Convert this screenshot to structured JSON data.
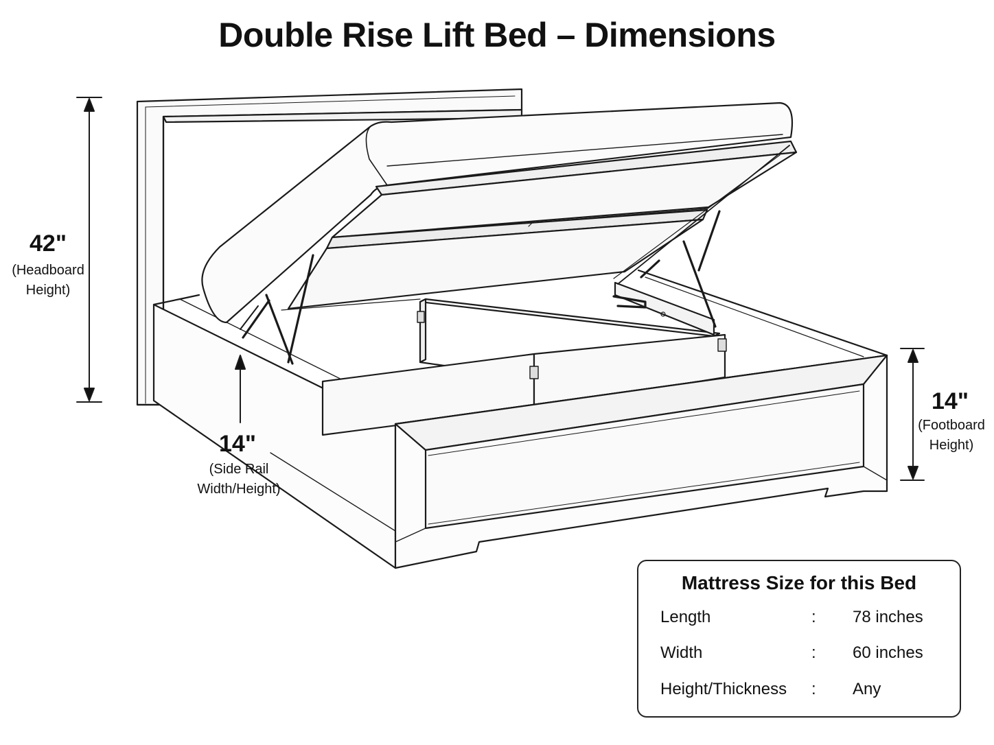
{
  "title": "Double Rise Lift Bed – Dimensions",
  "dimensions": {
    "headboard": {
      "value": "42\"",
      "caption_line1": "(Headboard",
      "caption_line2": "Height)"
    },
    "side_rail": {
      "value": "14\"",
      "caption_line1": "(Side Rail",
      "caption_line2": "Width/Height)"
    },
    "footboard": {
      "value": "14\"",
      "caption_line1": "(Footboard",
      "caption_line2": "Height)"
    }
  },
  "mattress_box": {
    "title": "Mattress Size for this Bed",
    "rows": [
      {
        "label": "Length",
        "separator": ":",
        "value": "78 inches"
      },
      {
        "label": "Width",
        "separator": ":",
        "value": "60 inches"
      },
      {
        "label": "Height/Thickness",
        "separator": ":",
        "value": "Any"
      }
    ]
  }
}
